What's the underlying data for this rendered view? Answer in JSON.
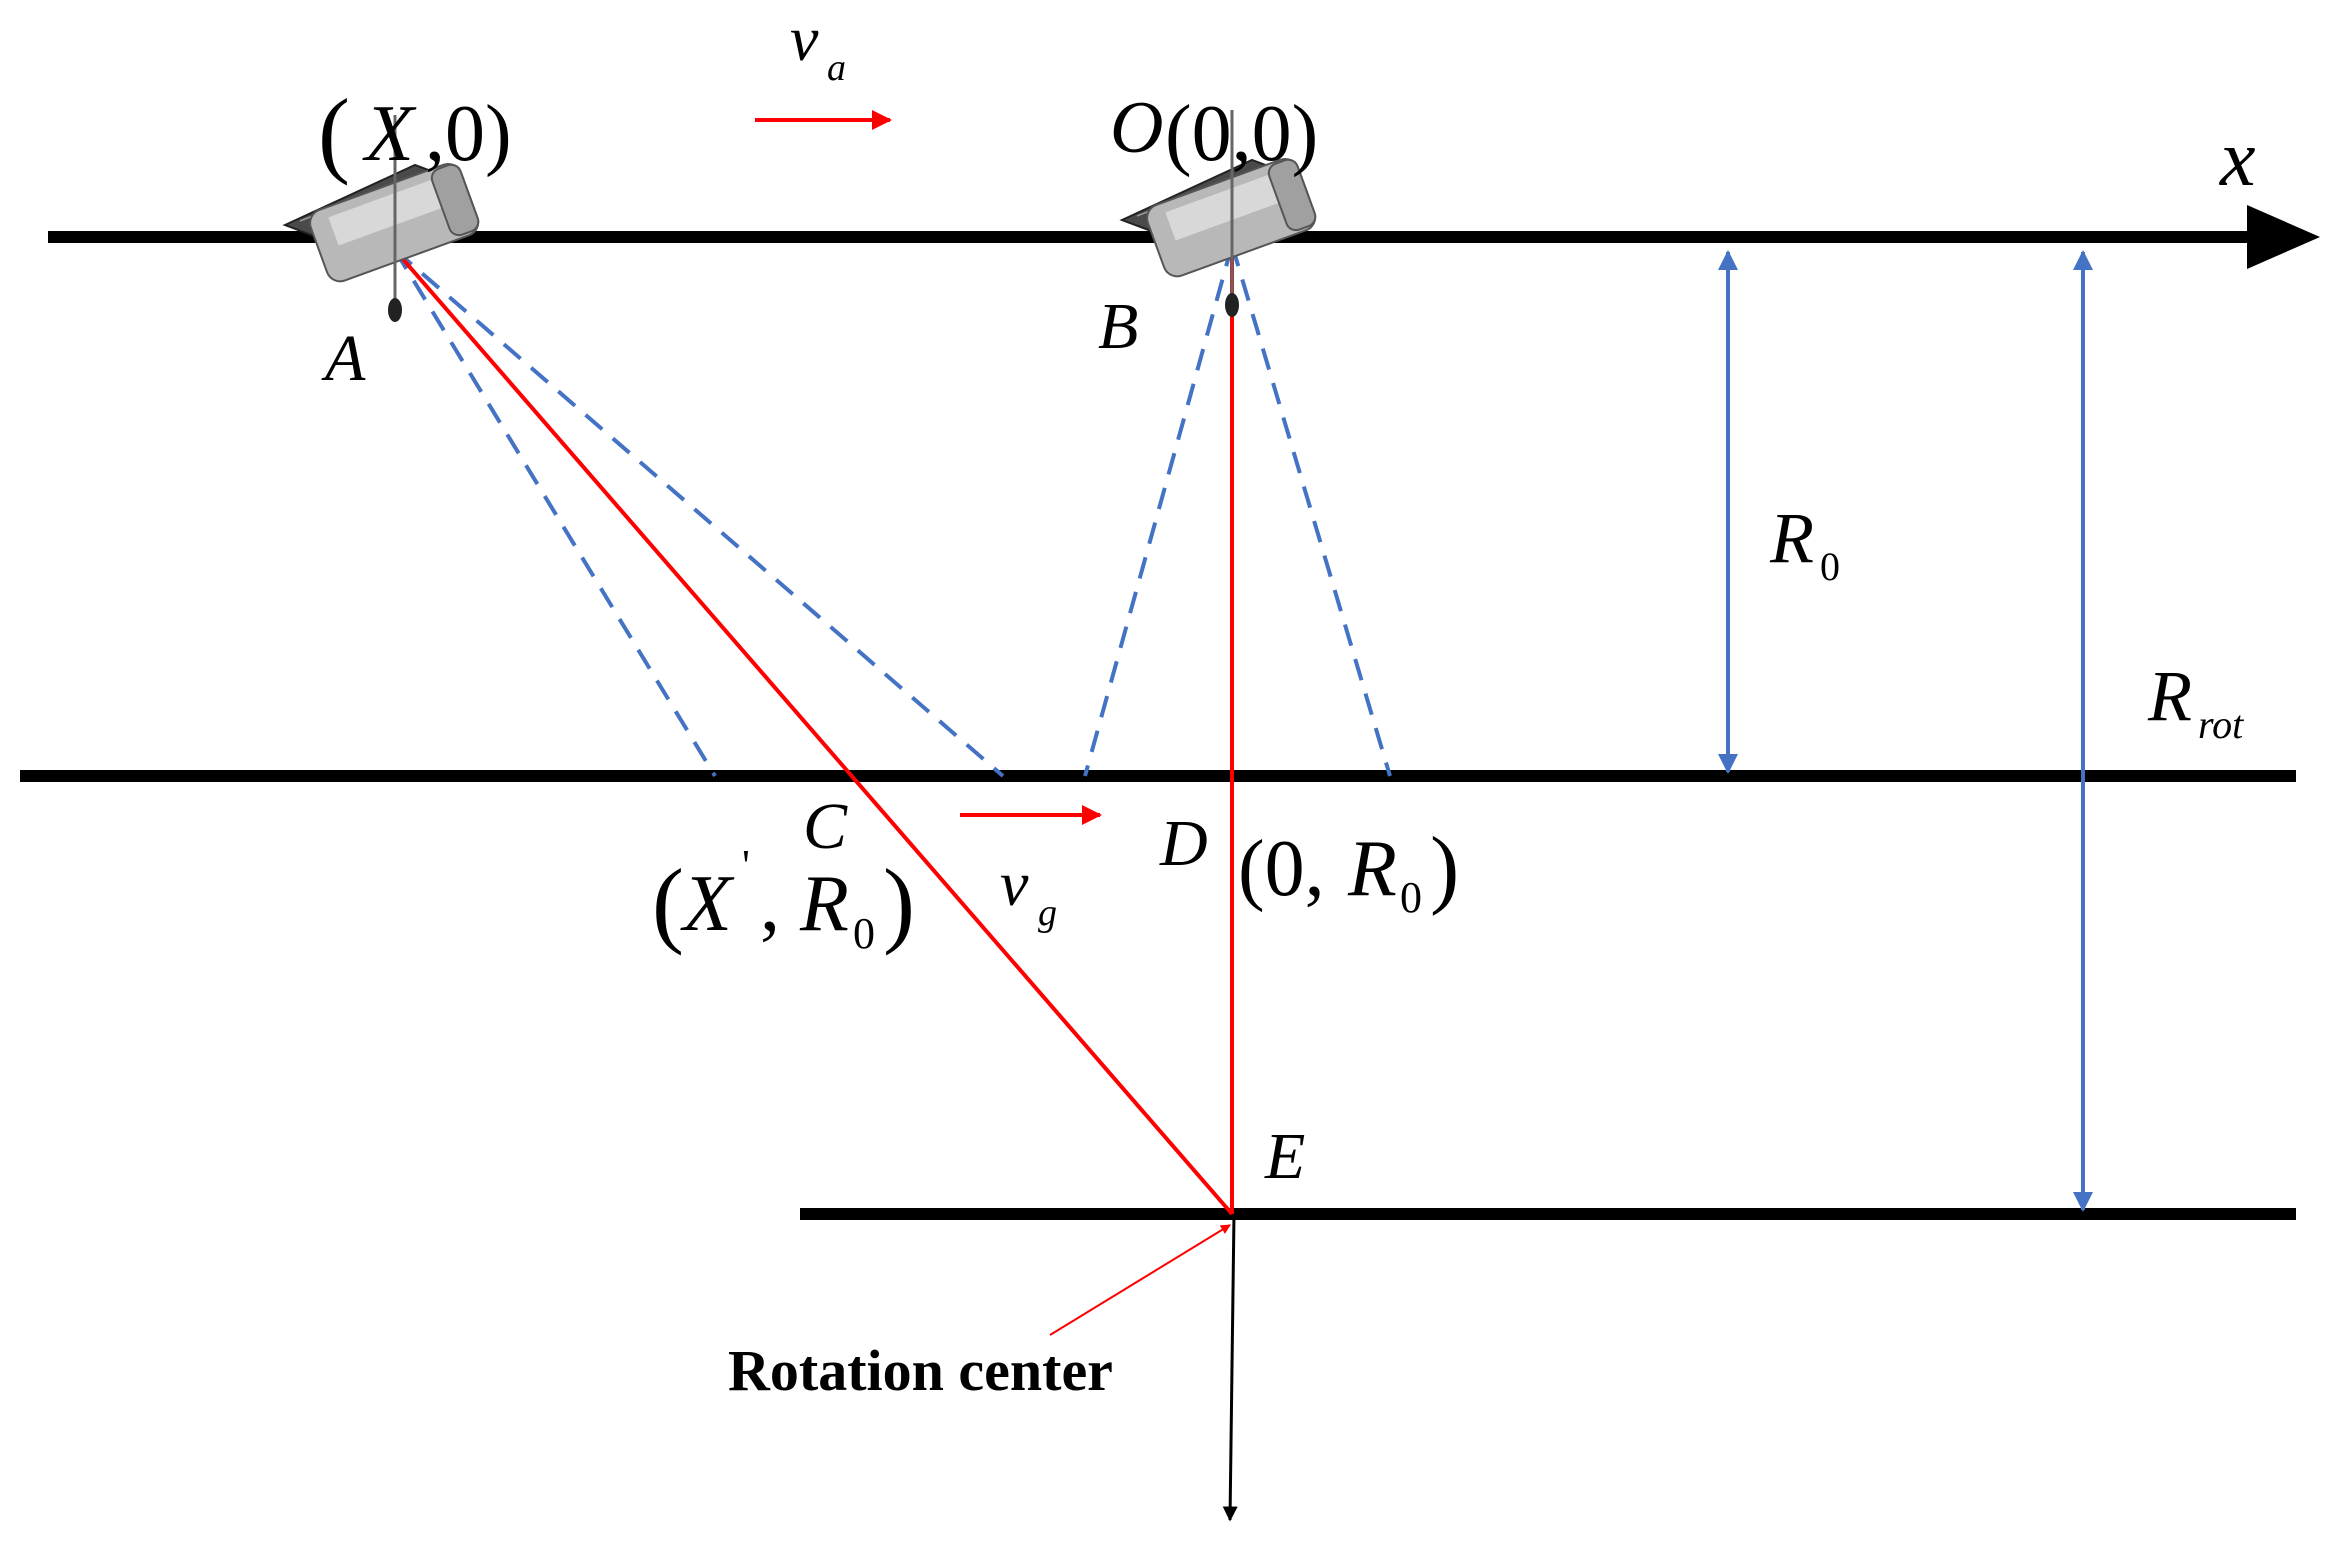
{
  "diagram": {
    "axis_label": "x",
    "points": {
      "A": "A",
      "B": "B",
      "C": "C",
      "D": "D",
      "E": "E",
      "O": "O"
    },
    "coords": {
      "A_open": "(",
      "A_x": "X",
      "A_rest": ",0)",
      "O_text": "(0,0)",
      "C_open": "(",
      "C_x": "X",
      "C_prime": "'",
      "C_comma": ",",
      "C_R": "R",
      "C_sub": "0",
      "C_close": ")",
      "D_open": "(0,",
      "D_R": "R",
      "D_sub": "0",
      "D_close": ")"
    },
    "velocities": {
      "va_main": "v",
      "va_sub": "a",
      "vg_main": "v",
      "vg_sub": "g"
    },
    "distances": {
      "R0_main": "R",
      "R0_sub": "0",
      "Rrot_main": "R",
      "Rrot_sub": "rot"
    },
    "annotation": "Rotation center",
    "colors": {
      "line": "#000000",
      "ray": "#ff0000",
      "beam": "#4472c4",
      "dimension": "#4472c4"
    },
    "icons": [
      "satellite-icon",
      "satellite-icon"
    ]
  }
}
